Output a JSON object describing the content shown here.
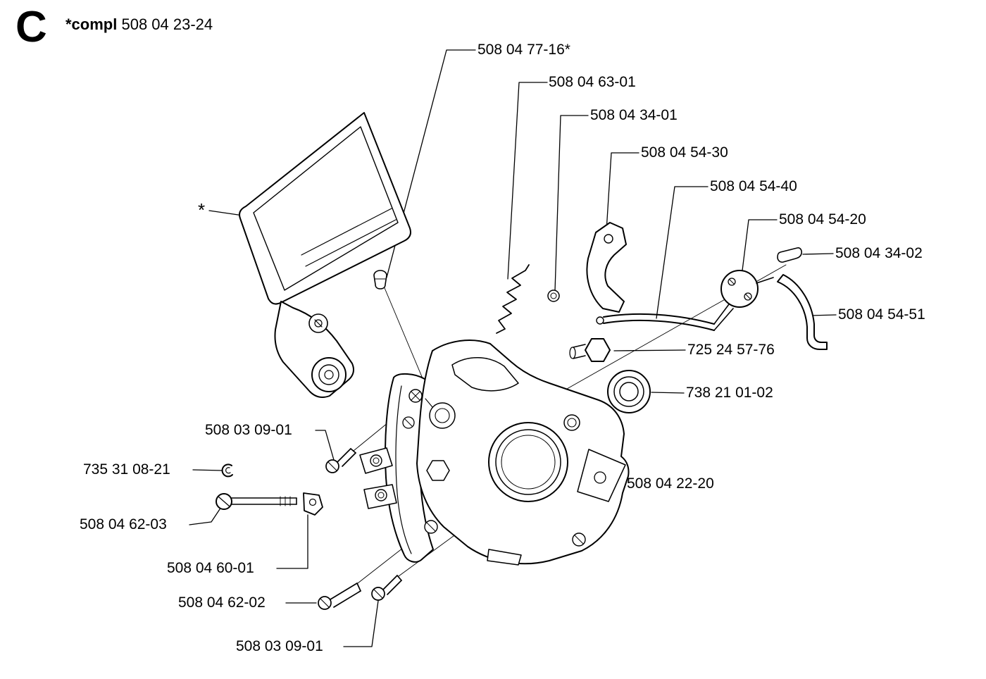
{
  "page": {
    "background": "#ffffff",
    "line_color": "#000000"
  },
  "header": {
    "section_letter": "C",
    "compl_prefix": "*compl",
    "compl_number": "508 04 23-24"
  },
  "diagram": {
    "guard_asterisk": "*",
    "labels": [
      {
        "part": "508 04 77-16*"
      },
      {
        "part": "508 04 63-01"
      },
      {
        "part": "508 04 34-01"
      },
      {
        "part": "508 04 54-30"
      },
      {
        "part": "508 04 54-40"
      },
      {
        "part": "508 04 54-20"
      },
      {
        "part": "508 04 34-02"
      },
      {
        "part": "508 04 54-51"
      },
      {
        "part": "725 24 57-76"
      },
      {
        "part": "738 21 01-02"
      },
      {
        "part": "508 03 09-01"
      },
      {
        "part": "735 31 08-21"
      },
      {
        "part": "508 04 22-20"
      },
      {
        "part": "508 04 62-03"
      },
      {
        "part": "508 04 60-01"
      },
      {
        "part": "508 04 62-02"
      },
      {
        "part": "508 03 09-01"
      }
    ]
  }
}
